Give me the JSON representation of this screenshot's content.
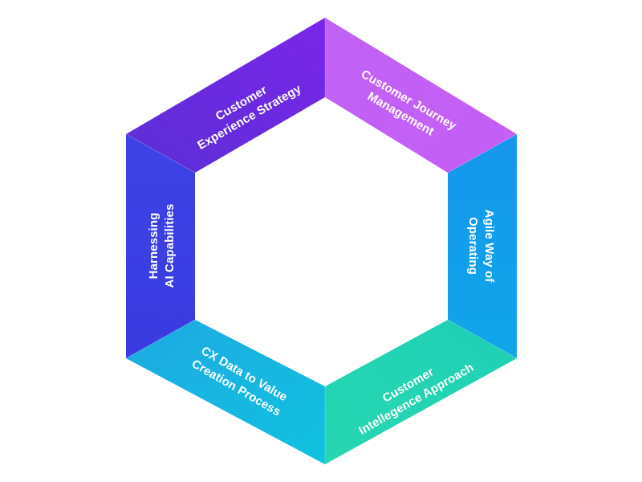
{
  "diagram": {
    "segments": [
      {
        "id": "cx-strategy",
        "lines": [
          "Customer",
          "Experience Strategy"
        ],
        "color": "#6c2be0"
      },
      {
        "id": "journey-management",
        "lines": [
          "Customer Journey",
          "Management"
        ],
        "color": "#c45ff5"
      },
      {
        "id": "agile-operating",
        "lines": [
          "Agile Way of",
          "Operating"
        ],
        "color": "#14a0ea"
      },
      {
        "id": "intelligence-approach",
        "lines": [
          "Customer",
          "Intellegence Approach"
        ],
        "color": "#22d3b0"
      },
      {
        "id": "cx-data-value",
        "lines": [
          "CX Data to Value",
          "Creation Process"
        ],
        "color": "#15b7e2"
      },
      {
        "id": "harnessing-ai",
        "lines": [
          "Harnessing",
          "AI Capabilities"
        ],
        "color": "#3b3fe4"
      }
    ]
  }
}
